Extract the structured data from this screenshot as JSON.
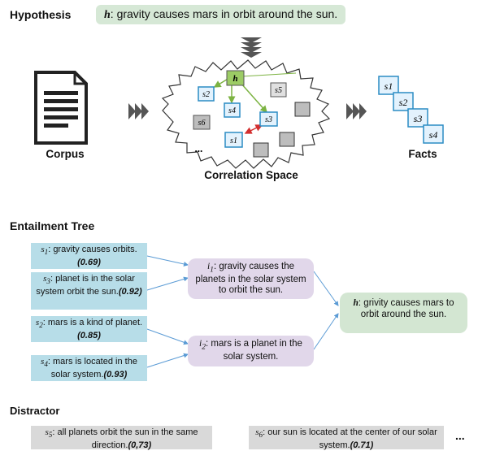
{
  "hypothesis": {
    "label": "Hypothesis",
    "symbol": "h",
    "text": ": gravity causes mars in orbit around the sun."
  },
  "top": {
    "corpus_label": "Corpus",
    "space_label": "Correlation Space",
    "facts_label": "Facts",
    "space_nodes": {
      "h": "h",
      "s1": "s1",
      "s2": "s2",
      "s3": "s3",
      "s4": "s4",
      "s5": "s5",
      "s6": "s6",
      "dots": "..."
    },
    "fact_cards": [
      "s1",
      "s2",
      "s3",
      "s4"
    ]
  },
  "tree": {
    "title": "Entailment Tree",
    "leaves": [
      {
        "sym": "s",
        "sub": "1",
        "text": ": gravity causes orbits.",
        "score": "(0.69)"
      },
      {
        "sym": "s",
        "sub": "3",
        "text": ": planet is in the solar system orbit the sun.",
        "score": "(0.92)"
      },
      {
        "sym": "s",
        "sub": "2",
        "text": ": mars is a kind of planet.",
        "score": "(0.85)"
      },
      {
        "sym": "s",
        "sub": "4",
        "text": ": mars is located in the solar system.",
        "score": "(0.93)"
      }
    ],
    "intermediates": [
      {
        "sym": "i",
        "sub": "1",
        "text": ": gravity causes the planets in the solar system to orbit the sun."
      },
      {
        "sym": "i",
        "sub": "2",
        "text": ": mars is a planet in the solar system."
      }
    ],
    "root": {
      "sym": "h",
      "text": ": grivity causes mars to orbit around the sun."
    }
  },
  "distractor": {
    "title": "Distractor",
    "items": [
      {
        "sym": "s",
        "sub": "5",
        "text": ": all planets orbit the sun in the same direction.",
        "score": "(0,73)"
      },
      {
        "sym": "s",
        "sub": "6",
        "text": ": our sun is located at the center of our solar system.",
        "score": "(0.71)"
      }
    ],
    "more": "..."
  }
}
